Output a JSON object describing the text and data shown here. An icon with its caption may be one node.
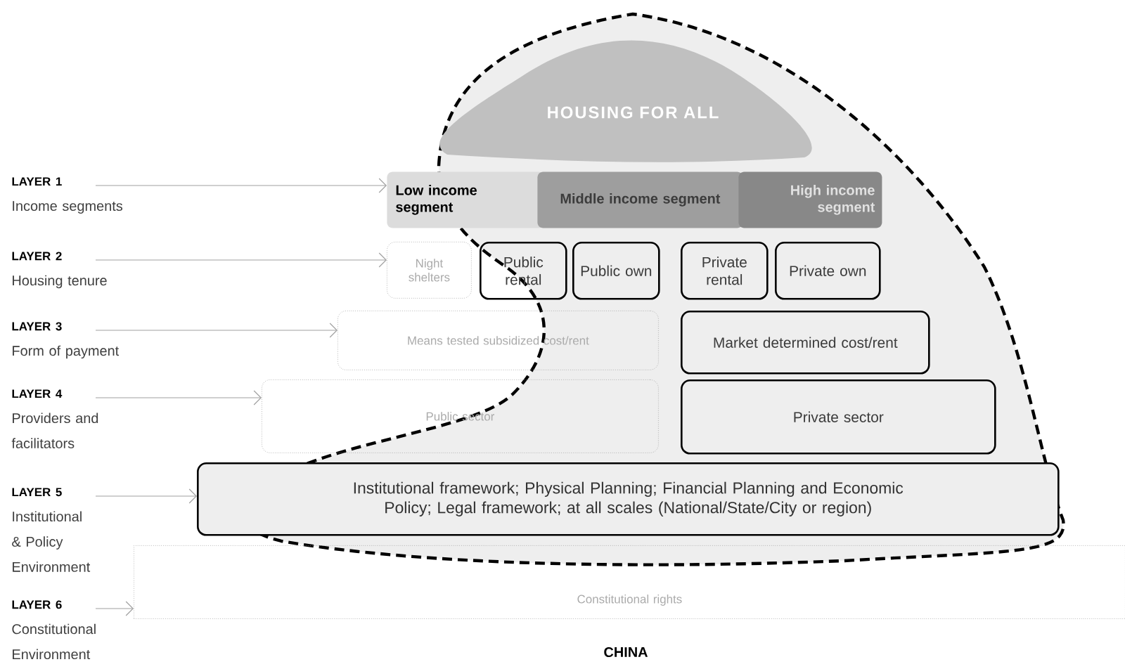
{
  "diagram": {
    "nodes": [
      {
        "text": [
          "LAYER 1",
          "Income segments"
        ]
      },
      {
        "text": [
          "LAYER 2",
          "Housing tenure"
        ]
      },
      {
        "text": [
          "LAYER 3",
          "Form of payment"
        ]
      },
      {
        "text": [
          "LAYER 4",
          "Providers and facilitators"
        ]
      },
      {
        "text": [
          "LAYER 5",
          "Institutional & Policy Environment"
        ]
      },
      {
        "text": [
          "LAYER 6",
          "Constitutional Environment"
        ]
      },
      {
        "text": [
          "HOUSING FOR ALL"
        ]
      },
      {
        "text": [
          "Low income segment"
        ]
      },
      {
        "text": [
          "Middle income segment"
        ]
      },
      {
        "text": [
          "High income segment"
        ]
      },
      {
        "text": [
          "Night shelters"
        ]
      },
      {
        "text": [
          "Public rental"
        ]
      },
      {
        "text": [
          "Public own"
        ]
      },
      {
        "text": [
          "Private rental"
        ]
      },
      {
        "text": [
          "Private own"
        ]
      },
      {
        "text": [
          "Means tested subsidized cost/rent"
        ]
      },
      {
        "text": [
          "Market determined cost/rent"
        ]
      },
      {
        "text": [
          "Public sector"
        ]
      },
      {
        "text": [
          "Private sector"
        ]
      },
      {
        "text": [
          "Institutional framework; Physical Planning; Financial Planning and Economic Policy; Legal framework; at all scales (National/State/City or region)"
        ]
      },
      {
        "text": [
          "Constitutional rights"
        ]
      }
    ],
    "edges": [
      {
        "from": 0,
        "to": 7,
        "arrow": "to"
      },
      {
        "from": 1,
        "to": 10,
        "arrow": "to"
      },
      {
        "from": 2,
        "to": 15,
        "arrow": "to"
      },
      {
        "from": 3,
        "to": 17,
        "arrow": "to"
      },
      {
        "from": 4,
        "to": 19,
        "arrow": "to"
      },
      {
        "from": 5,
        "to": 20,
        "arrow": "to"
      }
    ],
    "labels": [
      "CHINA"
    ]
  }
}
